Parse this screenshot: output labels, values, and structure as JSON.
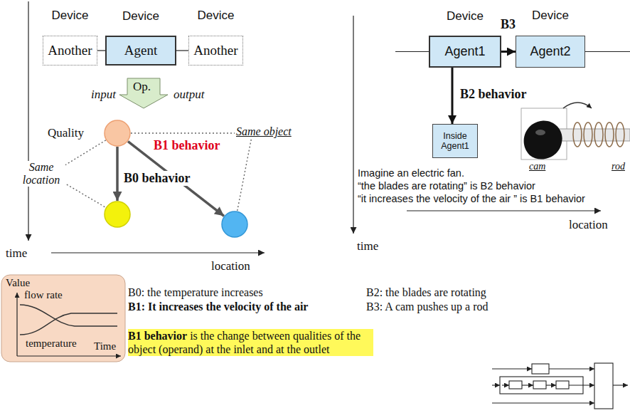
{
  "diagram": {
    "nodes": [
      {
        "text": [
          "Device",
          "Another"
        ]
      },
      {
        "text": [
          "Device",
          "Agent"
        ]
      },
      {
        "text": [
          "Device",
          "Another"
        ]
      },
      {
        "text": [
          "Device",
          "Agent1"
        ]
      },
      {
        "text": [
          "Device",
          "Agent2"
        ]
      },
      {
        "text": [
          "Quality"
        ]
      },
      {
        "text": [
          "Inside Agent1"
        ]
      },
      {
        "text": []
      },
      {
        "text": []
      }
    ],
    "edges": [
      {
        "from": 0,
        "to": 1,
        "arrow": "none"
      },
      {
        "from": 1,
        "to": 2,
        "arrow": "none"
      },
      {
        "from": 3,
        "to": 4,
        "label": "B3",
        "arrow": "to"
      },
      {
        "from": 3,
        "to": 6,
        "label": "B2 behavior",
        "arrow": "to"
      },
      {
        "from": 5,
        "to": 7,
        "label": "B0 behavior",
        "arrow": "to"
      },
      {
        "from": 5,
        "to": 8,
        "label": "B1 behavior",
        "arrow": "to"
      },
      {
        "from": 5,
        "to": 7,
        "label": "Same location",
        "arrow": "none"
      },
      {
        "from": 5,
        "to": 8,
        "label": "Same object",
        "arrow": "none"
      }
    ],
    "labels": [
      "input",
      "Op.",
      "output",
      "time",
      "location",
      "Imagine an electric fan.",
      "“the blades are rotating” is B2 behavior",
      "“it increases the velocity of the air ” is B1 behavior",
      "cam",
      "rod",
      "time",
      "location",
      "Value",
      "flow rate",
      "temperature",
      "Time",
      "B0: the temperature increases",
      "B2: the blades are rotating",
      "B1: It increases the velocity of the air",
      "B3: A cam pushes up a rod",
      "B1 behavior",
      "is the change between qualities of the object (operand) at the inlet and at the outlet"
    ]
  }
}
